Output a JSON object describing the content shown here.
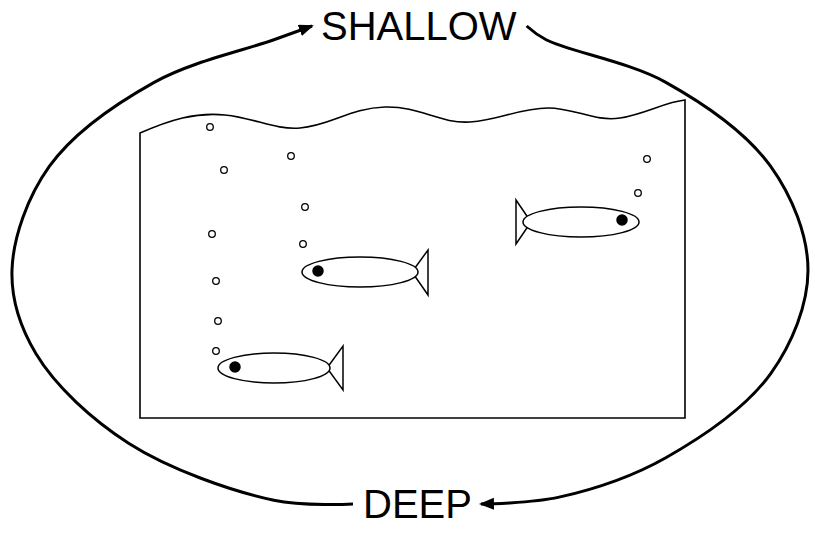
{
  "diagram": {
    "nodes": [
      {
        "text": [
          "SHALLOW"
        ]
      },
      {
        "text": [
          "DEEP"
        ]
      }
    ],
    "edges": [
      {
        "from": 1,
        "to": 0,
        "arrow": "to"
      },
      {
        "from": 0,
        "to": 1,
        "arrow": "to"
      }
    ]
  }
}
